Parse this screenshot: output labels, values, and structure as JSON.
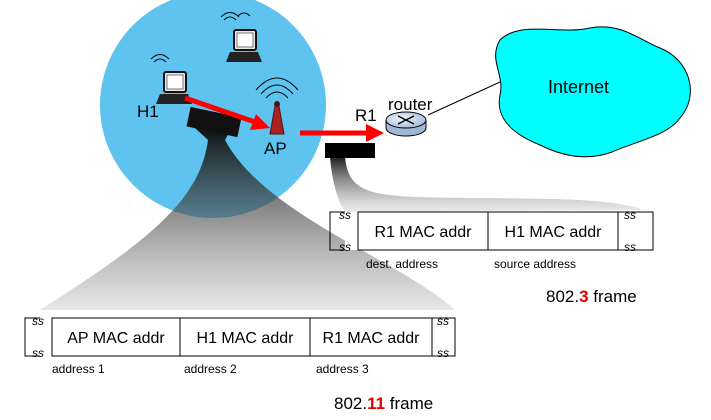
{
  "labels": {
    "h1": "H1",
    "ap": "AP",
    "r1": "R1",
    "router": "router",
    "internet": "Internet"
  },
  "frame_80211": {
    "fields": [
      "AP MAC addr",
      "H1 MAC addr",
      "R1 MAC addr"
    ],
    "captions": [
      "address 1",
      "address 2",
      "address 3"
    ],
    "title_prefix": "802.",
    "title_number": "11",
    "title_suffix": " frame"
  },
  "frame_8023": {
    "fields": [
      "R1 MAC addr",
      "H1 MAC addr"
    ],
    "captions": [
      "dest. address",
      "source address"
    ],
    "title_prefix": "802.",
    "title_number": "3",
    "title_suffix": " frame"
  },
  "colors": {
    "bss": "#5ec3ee",
    "cloud": "#00ffff",
    "arrow": "#ff0000",
    "highlight": "#e00000",
    "antenna": "#aa2222",
    "router": "#c8d8ec"
  },
  "icons": [
    "laptop-icon",
    "antenna-icon",
    "router-icon",
    "cloud-icon",
    "link-break-icon"
  ]
}
